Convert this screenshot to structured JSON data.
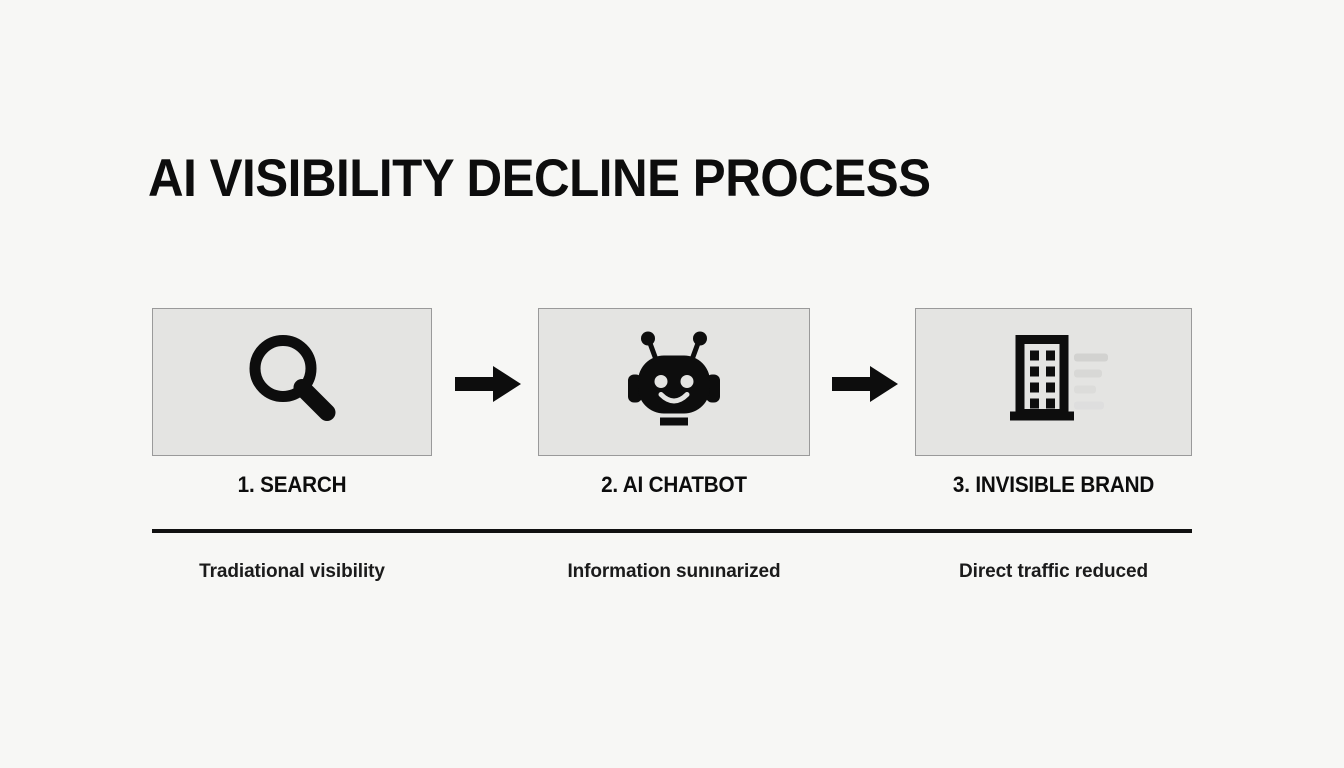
{
  "slide": {
    "title": "AI VISIBILITY DECLINE PROCESS",
    "background_color": "#f7f7f5",
    "panel_fill_color": "#e4e4e2",
    "panel_border_color": "#9a9a9a",
    "ink_color": "#0d0d0d"
  },
  "steps": [
    {
      "label": "1. SEARCH",
      "caption": "Tradiational visibility",
      "icon": "magnifying-glass-icon"
    },
    {
      "label": "2. AI CHATBOT",
      "caption": "Information sunınarized",
      "icon": "robot-head-icon"
    },
    {
      "label": "3. INVISIBLE BRAND",
      "caption": "Direct traffic reduced",
      "icon": "fading-building-icon"
    }
  ],
  "connectors": [
    {
      "icon": "arrow-right-icon"
    },
    {
      "icon": "arrow-right-icon"
    }
  ]
}
